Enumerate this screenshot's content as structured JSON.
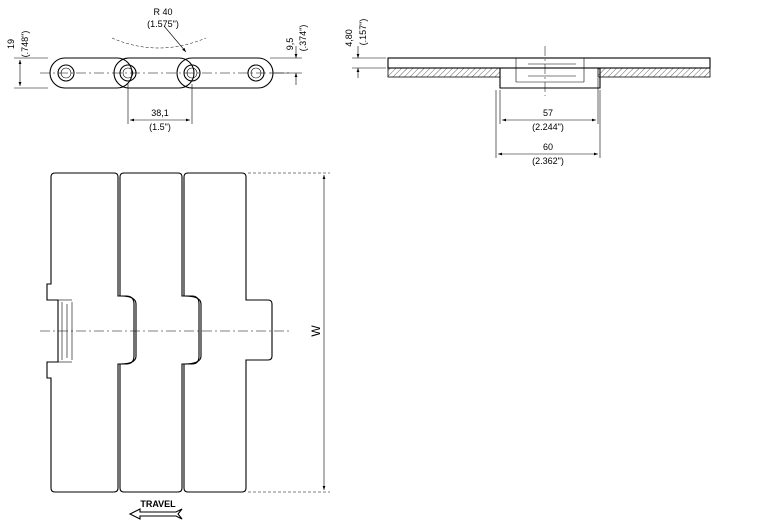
{
  "dimensions": {
    "radius": "R 40",
    "radius_in": "(1.575\")",
    "height": "19",
    "height_in": "(.748\")",
    "pitch": "38,1",
    "pitch_in": "(1.5\")",
    "hinge": "9,5",
    "hinge_in": "(.374\")",
    "plate": "4,80",
    "plate_in": "(.157\")",
    "inner": "57",
    "inner_in": "(2.244\")",
    "outer": "60",
    "outer_in": "(2.362\")",
    "width": "W"
  },
  "travel_label": "TRAVEL"
}
